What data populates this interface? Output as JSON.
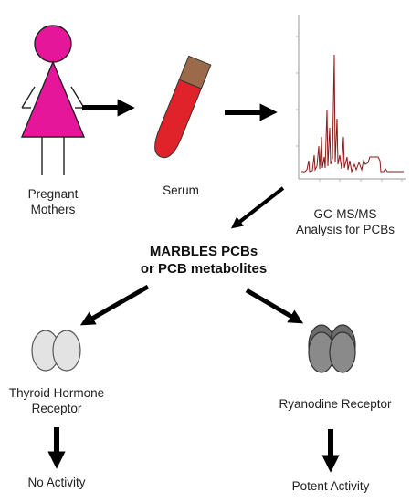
{
  "nodes": {
    "mothers": {
      "label_line1": "Pregnant",
      "label_line2": "Mothers"
    },
    "serum": {
      "label": "Serum"
    },
    "gcms": {
      "label_line1": "GC-MS/MS",
      "label_line2": "Analysis for PCBs"
    },
    "marbles": {
      "label_line1": "MARBLES PCBs",
      "label_line2": "or PCB metabolites"
    },
    "thyroid": {
      "label_line1": "Thyroid Hormone",
      "label_line2": "Receptor"
    },
    "ryanodine": {
      "label": "Ryanodine Receptor"
    },
    "no_activity": {
      "label": "No Activity"
    },
    "potent_activity": {
      "label": "Potent Activity"
    }
  },
  "colors": {
    "mother_fill": "#e6169a",
    "tube_fill": "#e0232a",
    "cap_fill": "#9b6a4a",
    "chrom_line": "#8b1a1a",
    "thyroid_fill": "#e3e3e3",
    "ryanodine_fill": "#8a8a8a",
    "arrow": "#000000"
  }
}
